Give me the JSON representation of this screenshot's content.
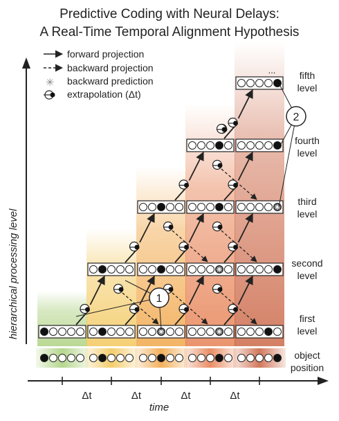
{
  "title": {
    "line1": "Predictive Coding with Neural Delays:",
    "line2": "A Real-Time Temporal Alignment Hypothesis"
  },
  "legend": [
    {
      "icon": "solid-arrow-icon",
      "label": "forward projection"
    },
    {
      "icon": "dashed-arrow-icon",
      "label": "backward projection"
    },
    {
      "icon": "asterisk-icon",
      "label": "backward prediction"
    },
    {
      "icon": "extrapolation-icon",
      "label": "extrapolation (Δt)"
    }
  ],
  "y_axis_label": "hierarchical processing level",
  "x_axis_label": "time",
  "delta_label": "Δt",
  "ellipsis": "...",
  "level_labels": [
    {
      "line1": "first",
      "line2": "level"
    },
    {
      "line1": "second",
      "line2": "level"
    },
    {
      "line1": "third",
      "line2": "level"
    },
    {
      "line1": "fourth",
      "line2": "level"
    },
    {
      "line1": "fifth",
      "line2": "level"
    }
  ],
  "object_label": {
    "line1": "object",
    "line2": "position"
  },
  "callouts": [
    "1",
    "2"
  ],
  "colors": {
    "column_tints": [
      "#a9cf7a",
      "#f2c452",
      "#f0a23f",
      "#e57a4a",
      "#c9603e"
    ],
    "stroke": "#222222",
    "filled_dot": "#111111"
  }
}
